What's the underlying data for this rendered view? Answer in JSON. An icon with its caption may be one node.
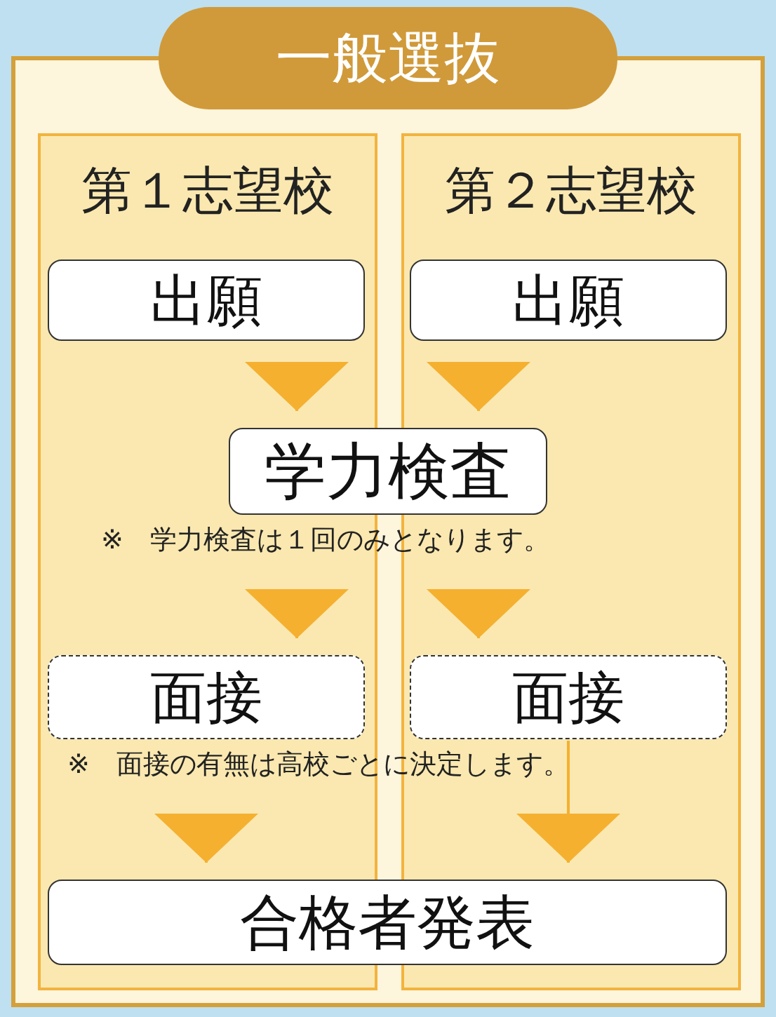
{
  "diagram": {
    "title": "一般選抜",
    "nodes": [
      {
        "text": [
          "第１志望校"
        ]
      },
      {
        "text": [
          "第２志望校"
        ]
      },
      {
        "text": [
          "出願"
        ],
        "in": 0
      },
      {
        "text": [
          "出願"
        ],
        "in": 1
      },
      {
        "text": [
          "学力検査"
        ],
        "beside": [
          "※　学力検査は１回のみとなります。"
        ]
      },
      {
        "text": [
          "面接"
        ],
        "in": 0,
        "beside": [
          "※　面接の有無は高校ごとに決定します。"
        ]
      },
      {
        "text": [
          "面接"
        ],
        "in": 1
      },
      {
        "text": [
          "合格者発表"
        ]
      }
    ],
    "edges": [
      {
        "from": 2,
        "to": 4,
        "arrow": "to"
      },
      {
        "from": 3,
        "to": 4,
        "arrow": "to"
      },
      {
        "from": 4,
        "to": 5,
        "arrow": "to"
      },
      {
        "from": 4,
        "to": 6,
        "arrow": "to"
      },
      {
        "from": 5,
        "to": 7,
        "arrow": "to"
      },
      {
        "from": 6,
        "to": 7,
        "arrow": "to"
      }
    ]
  }
}
